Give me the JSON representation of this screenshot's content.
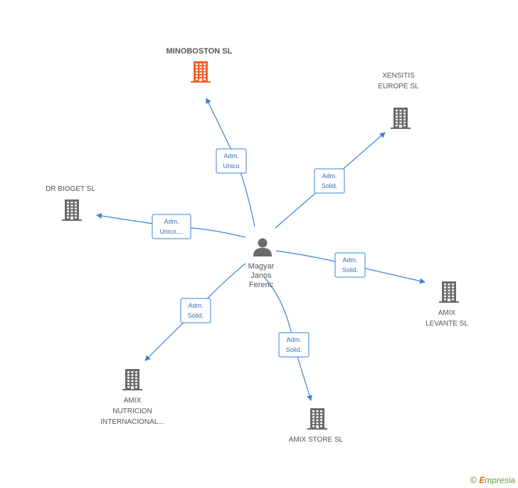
{
  "center": {
    "name_lines": [
      "Magyar",
      "Janos",
      "Ferenc"
    ],
    "icon": "person-icon"
  },
  "companies": [
    {
      "id": "minoboston",
      "lines": [
        "MINOBOSTON SL"
      ],
      "highlight": true,
      "role": [
        "Adm.",
        "Unico"
      ]
    },
    {
      "id": "xensitis",
      "lines": [
        "XENSITIS",
        "EUROPE SL"
      ],
      "highlight": false,
      "role": [
        "Adm.",
        "Solid."
      ]
    },
    {
      "id": "drbioget",
      "lines": [
        "DR BIOGET SL"
      ],
      "highlight": false,
      "role": [
        "Adm.",
        "Unico,..."
      ]
    },
    {
      "id": "amixlevante",
      "lines": [
        "AMIX",
        "LEVANTE SL"
      ],
      "highlight": false,
      "role": [
        "Adm.",
        "Solid."
      ]
    },
    {
      "id": "amixnutricion",
      "lines": [
        "AMIX",
        "NUTRICION",
        "INTERNACIONAL..."
      ],
      "highlight": false,
      "role": [
        "Adm.",
        "Solid."
      ]
    },
    {
      "id": "amixstore",
      "lines": [
        "AMIX STORE  SL"
      ],
      "highlight": false,
      "role": [
        "Adm.",
        "Solid."
      ]
    }
  ],
  "colors": {
    "edge": "#3b82d4",
    "building": "#6b6b6b",
    "building_highlight": "#f0622e",
    "person": "#6b6b6b"
  },
  "brand": {
    "copyright": "©",
    "name_first": "E",
    "name_rest": "mpresia"
  }
}
